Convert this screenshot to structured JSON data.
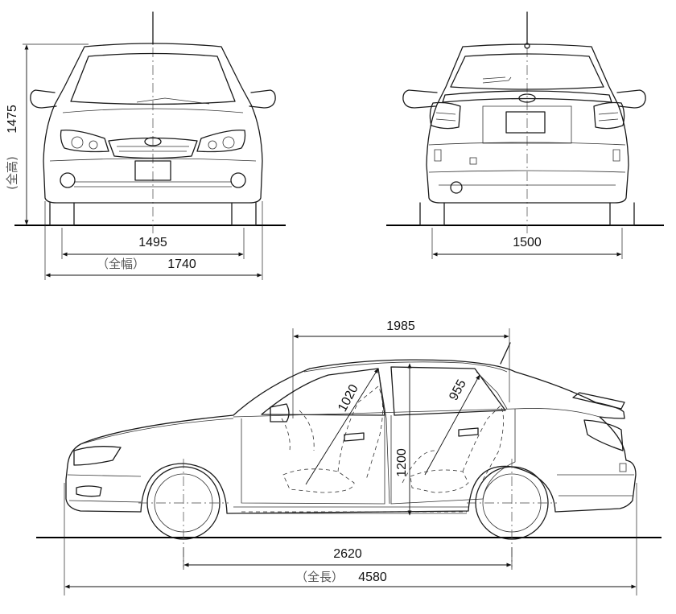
{
  "front_view": {
    "height_label": "1475",
    "height_note": "(全高)",
    "tread_label": "1495",
    "width_note": "（全幅）",
    "width_label": "1740"
  },
  "rear_view": {
    "tread_label": "1500"
  },
  "side_view": {
    "cabin_length_label": "1985",
    "front_headroom_label": "1020",
    "rear_headroom_label": "955",
    "interior_height_label": "1200",
    "wheelbase_label": "2620",
    "length_note": "（全長）",
    "length_label": "4580"
  }
}
